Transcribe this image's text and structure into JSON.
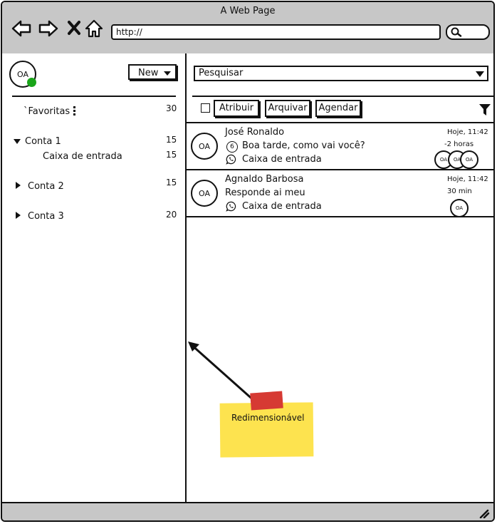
{
  "window": {
    "title": "A Web Page"
  },
  "browser": {
    "url": "http://"
  },
  "sidebar": {
    "avatar": "OA",
    "new_label": "New",
    "items": [
      {
        "label": "`Favoritas",
        "count": "30"
      },
      {
        "label": "Conta 1",
        "count": "15"
      },
      {
        "label": "Caixa de entrada",
        "count": "15"
      },
      {
        "label": "Conta 2",
        "count": "15"
      },
      {
        "label": "Conta 3",
        "count": "20"
      }
    ]
  },
  "inbox": {
    "search_placeholder": "Pesquisar",
    "actions": {
      "assign": "Atribuir",
      "archive": "Arquivar",
      "schedule": "Agendar"
    },
    "messages": [
      {
        "avatar": "OA",
        "sender": "José Ronaldo",
        "unread": "6",
        "preview": "Boa tarde, como vai você?",
        "channel": "Caixa de entrada",
        "time": "Hoje, 11:42",
        "ago": "-2 horas",
        "assignees": [
          "OA",
          "OA",
          "OA"
        ]
      },
      {
        "avatar": "OA",
        "sender": "Agnaldo Barbosa",
        "preview": "Responde ai meu",
        "channel": "Caixa de entrada",
        "time": "Hoje, 11:42",
        "ago": "30 min",
        "assignees": [
          "OA"
        ]
      }
    ]
  },
  "note": {
    "text": "Redimensionável",
    "color": "#fde34f",
    "tape_color": "#d63a33"
  },
  "colors": {
    "chrome": "#c7c7c7",
    "status_online": "#1aa51a"
  }
}
